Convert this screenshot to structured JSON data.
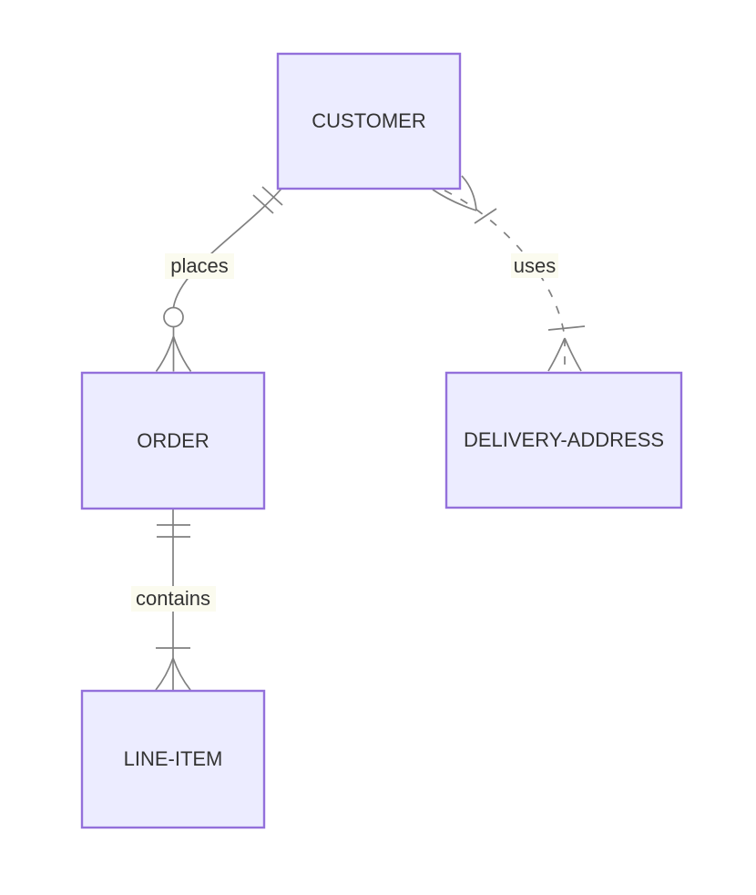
{
  "diagram": {
    "type": "entity-relationship-diagram",
    "background_color": "#ffffff",
    "colors": {
      "entity_fill": "#ECECFF",
      "entity_border": "#9370DB",
      "relationship_line": "#808080",
      "label_background": "#fbfbef",
      "text": "#333333"
    },
    "entities": [
      {
        "id": "customer",
        "name": "CUSTOMER"
      },
      {
        "id": "order",
        "name": "ORDER"
      },
      {
        "id": "delivery_address",
        "name": "DELIVERY-ADDRESS"
      },
      {
        "id": "line_item",
        "name": "LINE-ITEM"
      }
    ],
    "relationships": [
      {
        "from": "CUSTOMER",
        "to": "ORDER",
        "label": "places",
        "from_cardinality": "exactly-one",
        "to_cardinality": "zero-or-many",
        "line_style": "solid"
      },
      {
        "from": "CUSTOMER",
        "to": "DELIVERY-ADDRESS",
        "label": "uses",
        "from_cardinality": "one-or-many",
        "to_cardinality": "one-or-many",
        "line_style": "dashed"
      },
      {
        "from": "ORDER",
        "to": "LINE-ITEM",
        "label": "contains",
        "from_cardinality": "exactly-one",
        "to_cardinality": "one-or-many",
        "line_style": "solid"
      }
    ]
  }
}
